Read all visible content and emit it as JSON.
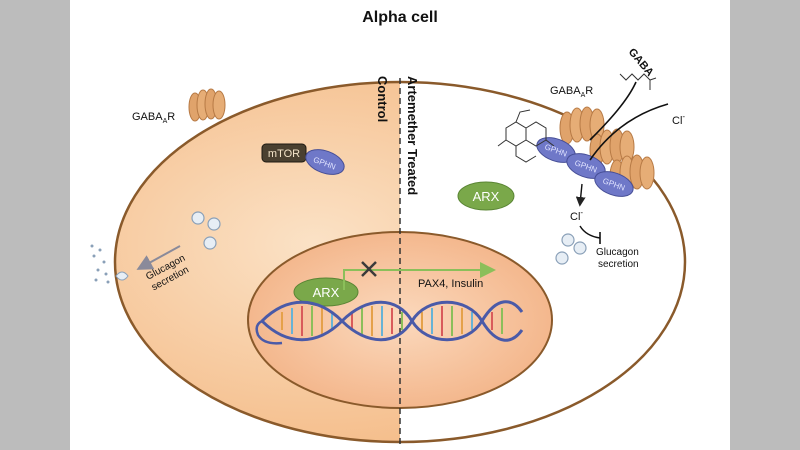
{
  "figure": {
    "title": "Alpha cell",
    "control_label": "Control",
    "treated_label": "Artemether Treated"
  },
  "labels": {
    "gabaar_left_main": "GABA",
    "gabaar_left_sub": "A",
    "gabaar_left_tail": "R",
    "gabaar_right_main": "GABA",
    "gabaar_right_sub": "A",
    "gabaar_right_tail": "R",
    "gaba": "GABA",
    "chloride_main": "Cl",
    "chloride_sup": "-",
    "chloride_inner_main": "Cl",
    "chloride_inner_sup": "-",
    "mtor": "mTOR",
    "gphn": "GPHN",
    "arx": "ARX",
    "pax4_insulin": "PAX4, Insulin",
    "glucagon_secretion_left_1": "Glucagon",
    "glucagon_secretion_left_2": "secretion",
    "glucagon_secretion_right_1": "Glucagon",
    "glucagon_secretion_right_2": "secretion"
  },
  "colors": {
    "cell_fill": "#f6c89a",
    "cell_border": "#8a5a2b",
    "nucleus_fill": "#f4b889",
    "receptor": "#e0a36b",
    "gphn": "#6f78c8",
    "arx": "#7aa84a",
    "mtor": "#4a4030",
    "arrow_green": "#8bbf5a",
    "arrow_gray": "#8a8a9a"
  }
}
